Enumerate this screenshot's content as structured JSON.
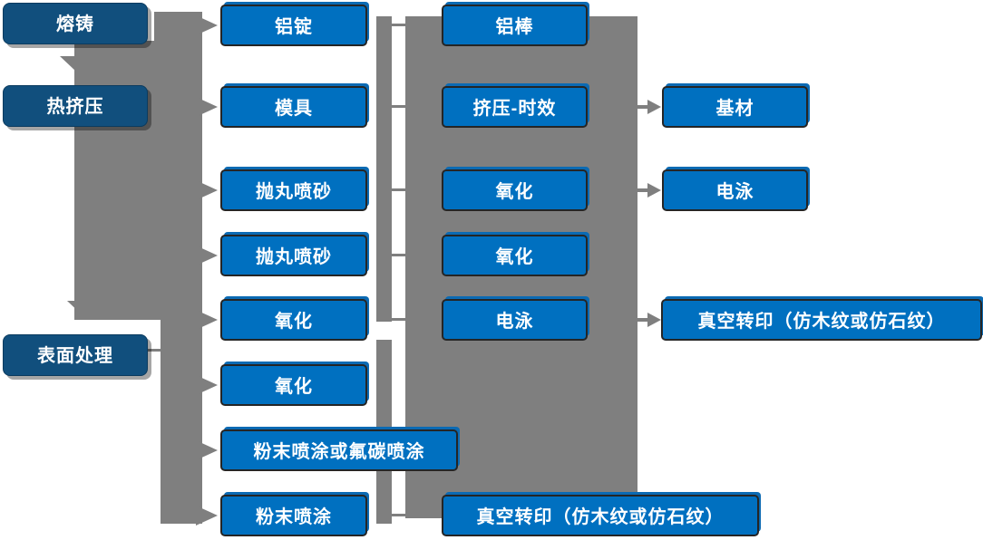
{
  "diagram": {
    "type": "flowchart",
    "description": "Aluminum profile production process flow diagram",
    "colors": {
      "stage_box": "#114F7D",
      "process_box": "#0070C0",
      "connector": "#7F7F7F",
      "text": "#FFFFFF"
    },
    "stages": {
      "melting": "熔铸",
      "hot_extrusion": "热挤压",
      "surface_treatment": "表面处理"
    },
    "col2": [
      "铝锭",
      "模具",
      "抛丸喷砂",
      "抛丸喷砂",
      "氧化",
      "氧化",
      "粉末喷涂或氟碳喷涂",
      "粉末喷涂"
    ],
    "col3": [
      "铝棒",
      "挤压-时效",
      "氧化",
      "氧化",
      "电泳",
      "真空转印（仿木纹或仿石纹）"
    ],
    "col4": [
      "基材",
      "电泳",
      "真空转印（仿木纹或仿石纹）"
    ]
  }
}
